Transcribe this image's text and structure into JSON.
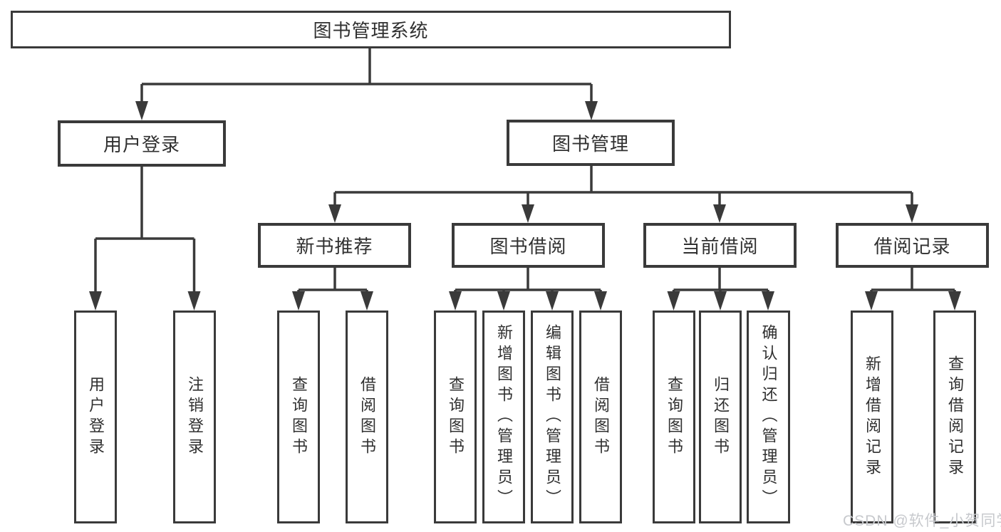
{
  "watermark": "CSDN @软件_小贺同学",
  "colors": {
    "line": "#3a3a3a",
    "box_border": "#3a3a3a",
    "text": "#303030",
    "background": "#ffffff",
    "watermark": "#c7c9cd"
  },
  "tree": {
    "label": "图书管理系统",
    "children": [
      {
        "label": "用户登录",
        "children": [
          {
            "label": "用户登录"
          },
          {
            "label": "注销登录"
          }
        ]
      },
      {
        "label": "图书管理",
        "children": [
          {
            "label": "新书推荐",
            "children": [
              {
                "label": "查询图书"
              },
              {
                "label": "借阅图书"
              }
            ]
          },
          {
            "label": "图书借阅",
            "children": [
              {
                "label": "查询图书"
              },
              {
                "label": "新增图书（管理员）"
              },
              {
                "label": "编辑图书（管理员）"
              },
              {
                "label": "借阅图书"
              }
            ]
          },
          {
            "label": "当前借阅",
            "children": [
              {
                "label": "查询图书"
              },
              {
                "label": "归还图书"
              },
              {
                "label": "确认归还（管理员）"
              }
            ]
          },
          {
            "label": "借阅记录",
            "children": [
              {
                "label": "新增借阅记录"
              },
              {
                "label": "查询借阅记录"
              }
            ]
          }
        ]
      }
    ]
  }
}
